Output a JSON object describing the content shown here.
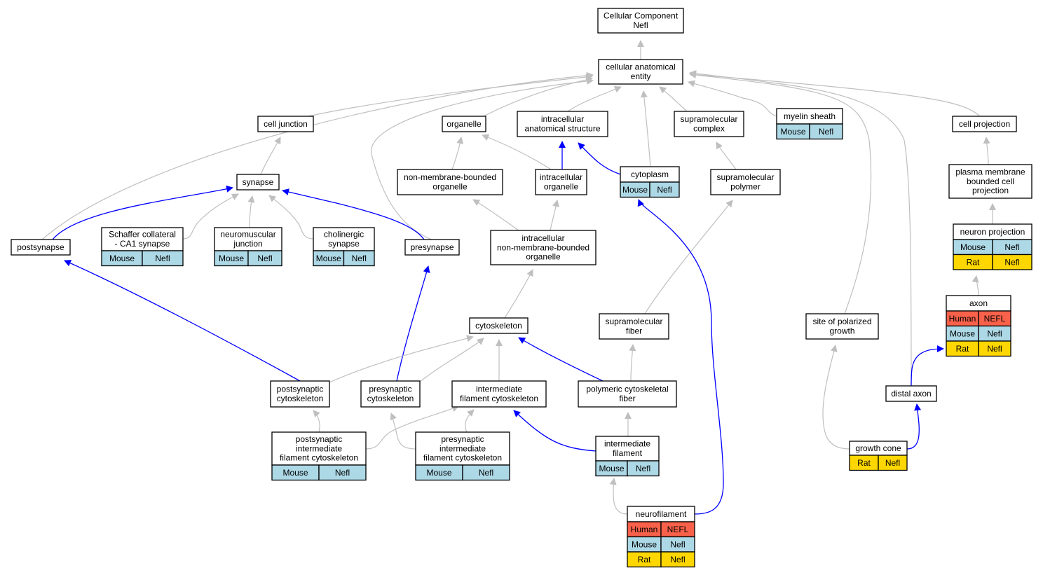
{
  "colors": {
    "edge_default": "#bfbfbf",
    "edge_highlight": "#0000ff",
    "node_border": "#000000",
    "node_fill": "#ffffff",
    "species": {
      "Human": "#f9614a",
      "Mouse": "#add8e6",
      "Rat": "#ffd700"
    }
  },
  "nodes": [
    {
      "id": "root",
      "lines": [
        "Cellular Component",
        "Nefl"
      ]
    },
    {
      "id": "cae",
      "lines": [
        "cellular anatomical",
        "entity"
      ]
    },
    {
      "id": "cj",
      "lines": [
        "cell junction"
      ]
    },
    {
      "id": "org",
      "lines": [
        "organelle"
      ]
    },
    {
      "id": "ias",
      "lines": [
        "intracellular",
        "anatomical structure"
      ]
    },
    {
      "id": "smc",
      "lines": [
        "supramolecular",
        "complex"
      ]
    },
    {
      "id": "ms",
      "lines": [
        "myelin sheath"
      ],
      "rows": [
        [
          "Mouse",
          "Nefl"
        ]
      ]
    },
    {
      "id": "cp",
      "lines": [
        "cell projection"
      ]
    },
    {
      "id": "syn",
      "lines": [
        "synapse"
      ]
    },
    {
      "id": "nmbo",
      "lines": [
        "non-membrane-bounded",
        "organelle"
      ]
    },
    {
      "id": "io",
      "lines": [
        "intracellular",
        "organelle"
      ]
    },
    {
      "id": "cyto",
      "lines": [
        "cytoplasm"
      ],
      "rows": [
        [
          "Mouse",
          "Nefl"
        ]
      ]
    },
    {
      "id": "smp",
      "lines": [
        "supramolecular",
        "polymer"
      ]
    },
    {
      "id": "pmbcp",
      "lines": [
        "plasma membrane",
        "bounded cell",
        "projection"
      ]
    },
    {
      "id": "postsyn",
      "lines": [
        "postsynapse"
      ]
    },
    {
      "id": "scca1",
      "lines": [
        "Schaffer collateral",
        "- CA1 synapse"
      ],
      "rows": [
        [
          "Mouse",
          "Nefl"
        ]
      ]
    },
    {
      "id": "nmj",
      "lines": [
        "neuromuscular",
        "junction"
      ],
      "rows": [
        [
          "Mouse",
          "Nefl"
        ]
      ]
    },
    {
      "id": "chol",
      "lines": [
        "cholinergic",
        "synapse"
      ],
      "rows": [
        [
          "Mouse",
          "Nefl"
        ]
      ]
    },
    {
      "id": "presyn",
      "lines": [
        "presynapse"
      ]
    },
    {
      "id": "inmbo",
      "lines": [
        "intracellular",
        "non-membrane-bounded",
        "organelle"
      ]
    },
    {
      "id": "np",
      "lines": [
        "neuron projection"
      ],
      "rows": [
        [
          "Mouse",
          "Nefl"
        ],
        [
          "Rat",
          "Nefl"
        ]
      ]
    },
    {
      "id": "axon",
      "lines": [
        "axon"
      ],
      "rows": [
        [
          "Human",
          "NEFL"
        ],
        [
          "Mouse",
          "Nefl"
        ],
        [
          "Rat",
          "Nefl"
        ]
      ]
    },
    {
      "id": "csk",
      "lines": [
        "cytoskeleton"
      ]
    },
    {
      "id": "smf",
      "lines": [
        "supramolecular",
        "fiber"
      ]
    },
    {
      "id": "spg",
      "lines": [
        "site of polarized",
        "growth"
      ]
    },
    {
      "id": "pcs",
      "lines": [
        "postsynaptic",
        "cytoskeleton"
      ]
    },
    {
      "id": "prcs",
      "lines": [
        "presynaptic",
        "cytoskeleton"
      ]
    },
    {
      "id": "ifc",
      "lines": [
        "intermediate",
        "filament cytoskeleton"
      ]
    },
    {
      "id": "pcf",
      "lines": [
        "polymeric cytoskeletal",
        "fiber"
      ]
    },
    {
      "id": "da",
      "lines": [
        "distal axon"
      ]
    },
    {
      "id": "pifc",
      "lines": [
        "postsynaptic",
        "intermediate",
        "filament cytoskeleton"
      ],
      "rows": [
        [
          "Mouse",
          "Nefl"
        ]
      ]
    },
    {
      "id": "prifc",
      "lines": [
        "presynaptic",
        "intermediate",
        "filament cytoskeleton"
      ],
      "rows": [
        [
          "Mouse",
          "Nefl"
        ]
      ]
    },
    {
      "id": "if",
      "lines": [
        "intermediate",
        "filament"
      ],
      "rows": [
        [
          "Mouse",
          "Nefl"
        ]
      ]
    },
    {
      "id": "gc",
      "lines": [
        "growth cone"
      ],
      "rows": [
        [
          "Rat",
          "Nefl"
        ]
      ]
    },
    {
      "id": "nf",
      "lines": [
        "neurofilament"
      ],
      "rows": [
        [
          "Human",
          "NEFL"
        ],
        [
          "Mouse",
          "Nefl"
        ],
        [
          "Rat",
          "Nefl"
        ]
      ]
    }
  ],
  "edges": [
    {
      "from": "cae",
      "to": "root",
      "highlight": false
    },
    {
      "from": "cj",
      "to": "cae",
      "highlight": false
    },
    {
      "from": "org",
      "to": "cae",
      "highlight": false
    },
    {
      "from": "ias",
      "to": "cae",
      "highlight": false
    },
    {
      "from": "smc",
      "to": "cae",
      "highlight": false
    },
    {
      "from": "ms",
      "to": "cae",
      "highlight": false
    },
    {
      "from": "cp",
      "to": "cae",
      "highlight": false
    },
    {
      "from": "cyto",
      "to": "cae",
      "highlight": false
    },
    {
      "from": "postsyn",
      "to": "cae",
      "highlight": false
    },
    {
      "from": "presyn",
      "to": "cae",
      "highlight": false
    },
    {
      "from": "spg",
      "to": "cae",
      "highlight": false
    },
    {
      "from": "da",
      "to": "cae",
      "highlight": false
    },
    {
      "from": "syn",
      "to": "cj",
      "highlight": false
    },
    {
      "from": "nmbo",
      "to": "org",
      "highlight": false
    },
    {
      "from": "io",
      "to": "org",
      "highlight": false
    },
    {
      "from": "io",
      "to": "ias",
      "highlight": true
    },
    {
      "from": "cyto",
      "to": "ias",
      "highlight": true
    },
    {
      "from": "smp",
      "to": "smc",
      "highlight": false
    },
    {
      "from": "pmbcp",
      "to": "cp",
      "highlight": false
    },
    {
      "from": "postsyn",
      "to": "syn",
      "highlight": true
    },
    {
      "from": "scca1",
      "to": "syn",
      "highlight": false
    },
    {
      "from": "nmj",
      "to": "syn",
      "highlight": false
    },
    {
      "from": "chol",
      "to": "syn",
      "highlight": false
    },
    {
      "from": "presyn",
      "to": "syn",
      "highlight": true
    },
    {
      "from": "inmbo",
      "to": "nmbo",
      "highlight": false
    },
    {
      "from": "inmbo",
      "to": "io",
      "highlight": false
    },
    {
      "from": "np",
      "to": "pmbcp",
      "highlight": false
    },
    {
      "from": "axon",
      "to": "np",
      "highlight": false
    },
    {
      "from": "csk",
      "to": "inmbo",
      "highlight": false
    },
    {
      "from": "smf",
      "to": "smp",
      "highlight": false
    },
    {
      "from": "pcs",
      "to": "postsyn",
      "highlight": true
    },
    {
      "from": "prcs",
      "to": "presyn",
      "highlight": true
    },
    {
      "from": "pcs",
      "to": "csk",
      "highlight": false
    },
    {
      "from": "prcs",
      "to": "csk",
      "highlight": false
    },
    {
      "from": "ifc",
      "to": "csk",
      "highlight": false
    },
    {
      "from": "pcf",
      "to": "csk",
      "highlight": true
    },
    {
      "from": "pcf",
      "to": "smf",
      "highlight": false
    },
    {
      "from": "pifc",
      "to": "pcs",
      "highlight": false
    },
    {
      "from": "pifc",
      "to": "ifc",
      "highlight": false
    },
    {
      "from": "prifc",
      "to": "prcs",
      "highlight": false
    },
    {
      "from": "prifc",
      "to": "ifc",
      "highlight": false
    },
    {
      "from": "if",
      "to": "ifc",
      "highlight": true
    },
    {
      "from": "if",
      "to": "pcf",
      "highlight": false
    },
    {
      "from": "nf",
      "to": "if",
      "highlight": false
    },
    {
      "from": "nf",
      "to": "cyto",
      "highlight": true
    },
    {
      "from": "da",
      "to": "axon",
      "highlight": true
    },
    {
      "from": "gc",
      "to": "da",
      "highlight": true
    },
    {
      "from": "gc",
      "to": "spg",
      "highlight": false
    }
  ]
}
